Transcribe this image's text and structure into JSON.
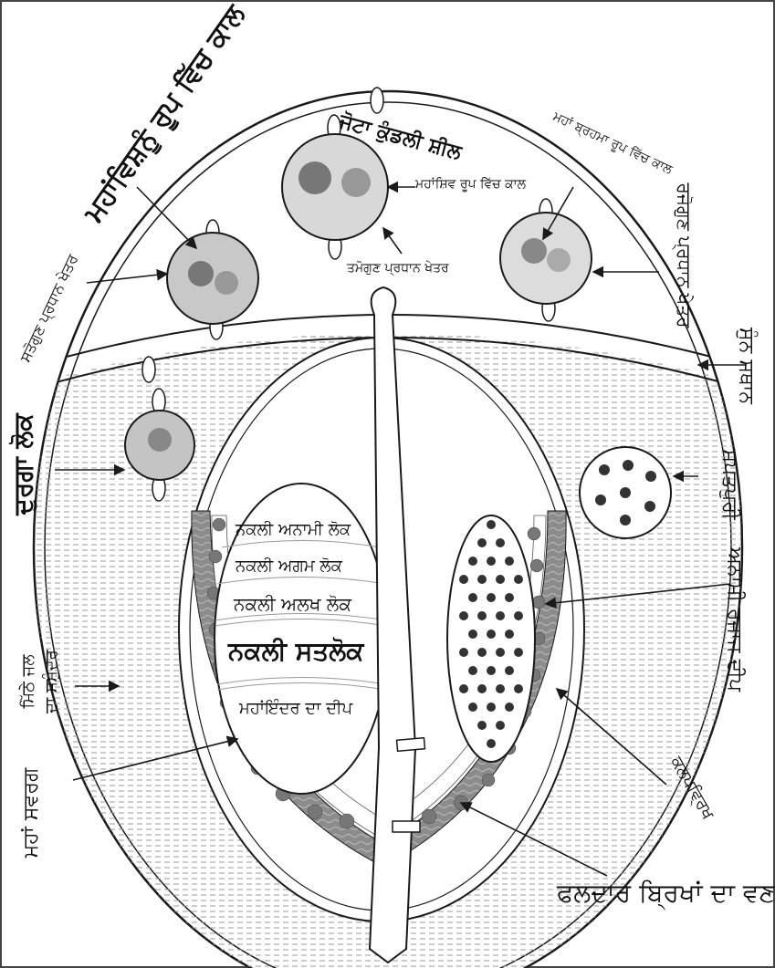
{
  "labels": {
    "mahavishnu_kaal": "ਮਹਾਂਵਿਸ਼ਨੂੰ ਰੂਪ ਵਿੱਚ ਕਾਲ",
    "jata_kundli_sheel": "ਜੋਟਾ ਕੁੰਡਲੀ ਸ਼ੀਲ",
    "mahashiv_kaal": "ਮਹਾਂਸ਼ਿਵ ਰੂਪ ਵਿੱਚ ਕਾਲ",
    "tamogun_khetar": "ਤਮੋਗੁਣ ਪ੍ਰਧਾਨ ਖੇਤਰ",
    "mahabrahma_kaal": "ਮਹਾਂ ਬ੍ਰਹਮਾ ਰੂਪ ਵਿੱਚ ਕਾਲ",
    "rajogun_khetar": "ਰਜੋਗੁਣ ਪ੍ਰਧਾਨ ਖੇਤਰ",
    "satogun_khetar": "ਸਤੋਗੁਣ ਪ੍ਰਧਾਨ ਖੇਤਰ",
    "durga_lok": "ਦੁਰਗਾ ਲੋਕ",
    "sunn_sthan": "ਸੁੰਨ ਸਥਾਨ",
    "saptpuri": "ਸਪਤਪੁਰੀ",
    "anami_rajaj_deep": "ਅਨਾਮੀ ਰਜਾਜ ਦੀਪ",
    "mitha_jal_samundar_1": "ਮਿੱਠੇ ਜਲ",
    "mitha_jal_samundar_2": "ਦਾ ਸਮੁੰਦਰ",
    "maha_swarag": "ਮਹਾਂ ਸਵਰਗ",
    "kalpvriksh": "ਕਲਪਵ੍ਰਿਖ",
    "phaldar_vriksh_van": "ਫਲਦਾਰ ਬ੍ਰਿਖਾਂ ਦਾ ਵਣ",
    "inner": [
      "ਨਕਲੀ ਅਨਾਮੀ ਲੋਕ",
      "ਨਕਲੀ ਅਗਮ ਲੋਕ",
      "ਨਕਲੀ ਅਲਖ ਲੋਕ",
      "ਨਕਲੀ ਸਤਲੋਕ",
      "ਮਹਾਂਇੰਦਰ ਦਾ ਦੀਪ"
    ]
  },
  "colors": {
    "ink": "#1a1a1a",
    "hatch": "#9a9a9a",
    "dot": "#333333",
    "forest": "#8c8c8c"
  }
}
